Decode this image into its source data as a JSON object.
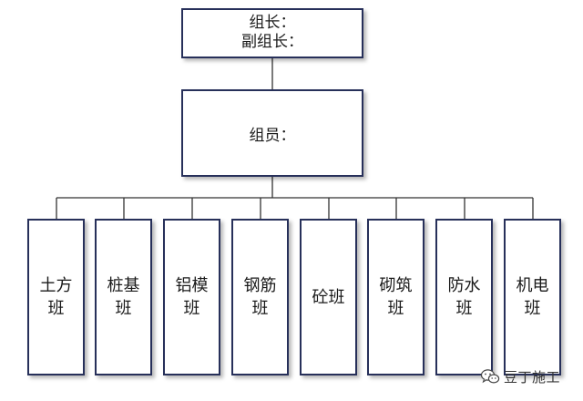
{
  "leader_box": {
    "leader_label": "组长：",
    "deputy_label": "副组长："
  },
  "members_box": {
    "label": "组员："
  },
  "teams": [
    {
      "label": "土方班"
    },
    {
      "label": "桩基班"
    },
    {
      "label": "铝模班"
    },
    {
      "label": "钢筋班"
    },
    {
      "label": "砼班"
    },
    {
      "label": "砌筑班"
    },
    {
      "label": "防水班"
    },
    {
      "label": "机电班"
    }
  ],
  "watermark": {
    "text": "豆丁施工",
    "icon": "wechat-icon"
  },
  "colors": {
    "border": "#27305a",
    "line": "#333333"
  }
}
